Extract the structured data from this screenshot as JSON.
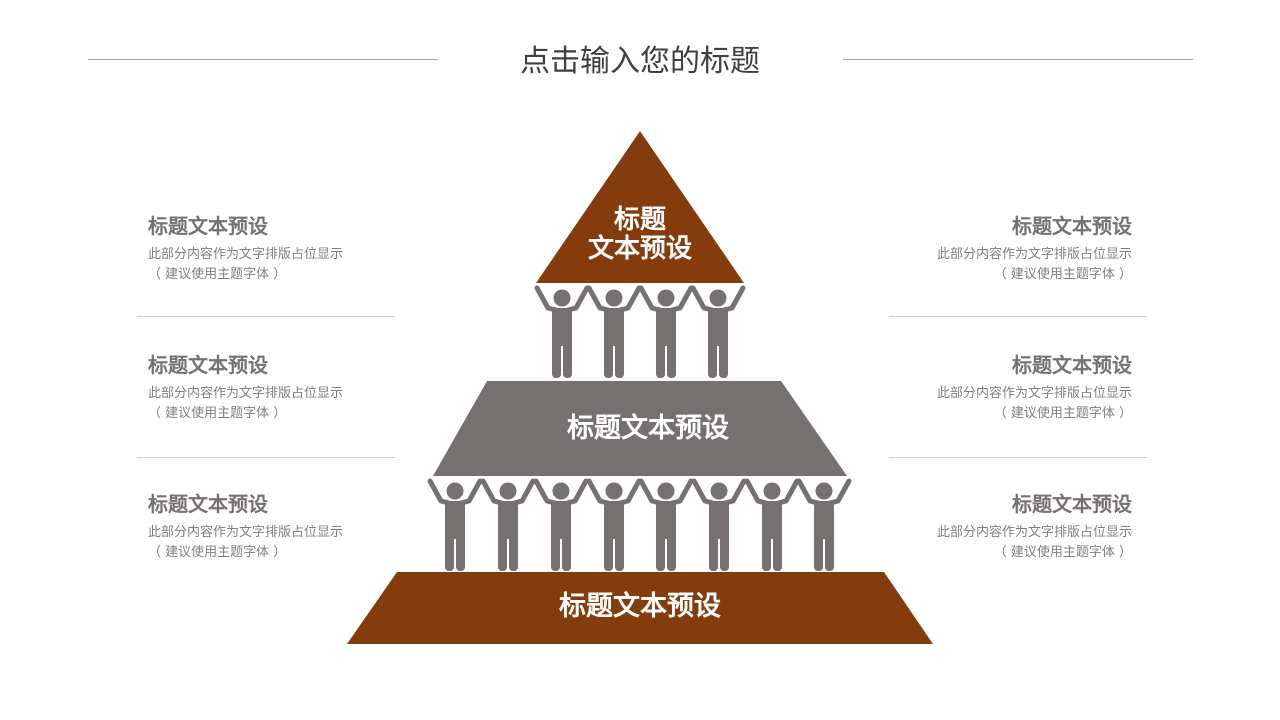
{
  "title": "点击输入您的标题",
  "pyramid": {
    "top": [
      "标题",
      "文本预设"
    ],
    "middle": "标题文本预设",
    "bottom": "标题文本预设"
  },
  "items": [
    {
      "heading": "标题文本预设",
      "line1": "此部分内容作为文字排版占位显示",
      "line2": "（ 建议使用主题字体 ）"
    },
    {
      "heading": "标题文本预设",
      "line1": "此部分内容作为文字排版占位显示",
      "line2": "（ 建议使用主题字体 ）"
    },
    {
      "heading": "标题文本预设",
      "line1": "此部分内容作为文字排版占位显示",
      "line2": "（ 建议使用主题字体 ）"
    },
    {
      "heading": "标题文本预设",
      "line1": "此部分内容作为文字排版占位显示",
      "line2": "（ 建议使用主题字体 ）"
    },
    {
      "heading": "标题文本预设",
      "line1": "此部分内容作为文字排版占位显示",
      "line2": "（ 建议使用主题字体 ）"
    },
    {
      "heading": "标题文本预设",
      "line1": "此部分内容作为文字排版占位显示",
      "line2": "（ 建议使用主题字体 ）"
    }
  ],
  "colors": {
    "brown": "#843c0c",
    "gray": "#767171"
  }
}
